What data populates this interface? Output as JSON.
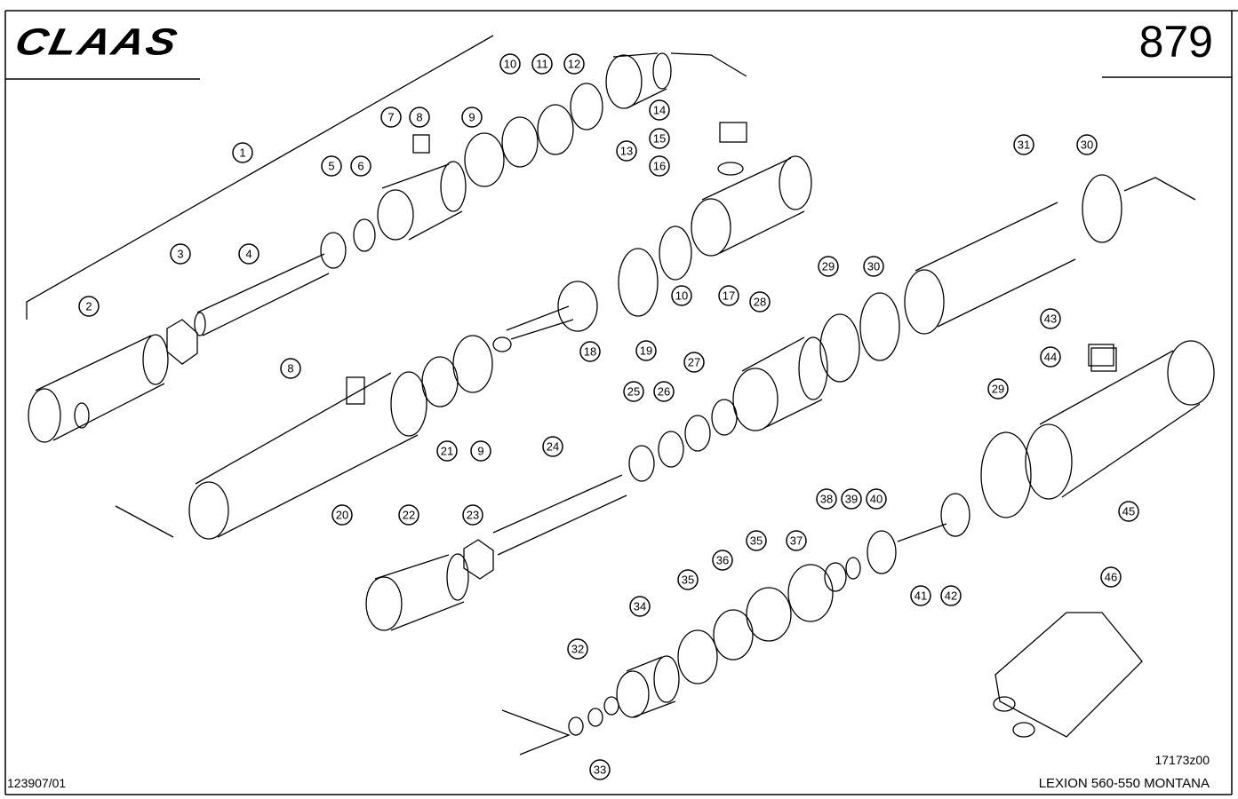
{
  "header": {
    "logo": "CLAAS",
    "page_number": "879"
  },
  "footer": {
    "drawing_code": "17173z00",
    "model": "LEXION 560-550 MONTANA",
    "reference": "123907/01"
  },
  "callouts": [
    "1",
    "2",
    "3",
    "4",
    "5",
    "6",
    "7",
    "8",
    "9",
    "10",
    "11",
    "12",
    "13",
    "14",
    "15",
    "16",
    "17",
    "10",
    "19",
    "18",
    "28",
    "29",
    "30",
    "31",
    "30",
    "43",
    "44",
    "8",
    "21",
    "9",
    "20",
    "25",
    "26",
    "27",
    "29",
    "45",
    "24",
    "22",
    "23",
    "38",
    "39",
    "40",
    "37",
    "35",
    "36",
    "35",
    "34",
    "41",
    "42",
    "46",
    "32",
    "33"
  ]
}
